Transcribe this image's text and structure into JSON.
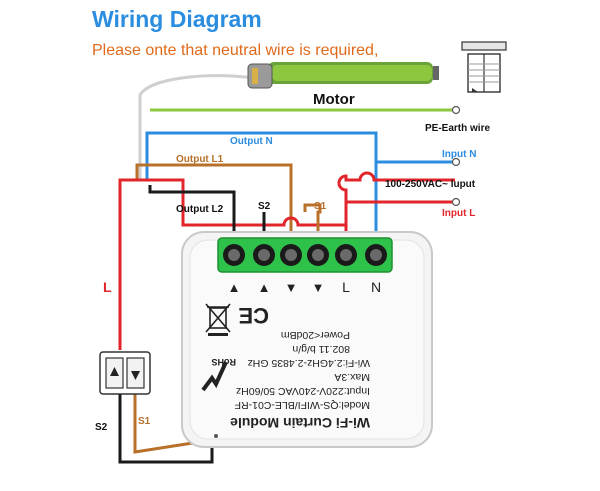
{
  "title": "Wiring Diagram",
  "subtitle": "Please onte that neutral wire is required,",
  "labels": {
    "motor": "Motor",
    "pe_earth": "PE-Earth wire",
    "output_n": "Output N",
    "output_l1": "Output L1",
    "output_l2": "Output L2",
    "input_n": "Input N",
    "supply": "100-250VAC~ luput",
    "input_l": "Input L",
    "s2_top": "S2",
    "s1_top": "S1",
    "l_wire": "L",
    "s2_bottom": "S2",
    "s1_bottom": "S1"
  },
  "module": {
    "terminal_marks": [
      "▲",
      "▲",
      "▼",
      "▼",
      "L",
      "N"
    ],
    "ce_mark": "CE",
    "rohs": "RoHS",
    "label_lines": [
      "Wi-Fi Curtain Module",
      "Model:QS-WIFI/BLE-C01-RF",
      "Input:220V-240VAC 50/60Hz",
      "Max.3A",
      "Wi-Fi:2.4GHz-2.4835 GHz",
      "802.11 b/g/n",
      "Power<20dBm"
    ]
  },
  "colors": {
    "blue": "#2a8de0",
    "red": "#e0262b",
    "brown": "#b8702a",
    "black": "#1a1a1a",
    "green": "#8dc63f",
    "gray": "#cfcfcf",
    "title": "#2a8de0",
    "subtitle": "#e06a1a",
    "terminal_green": "#2fc24a"
  }
}
